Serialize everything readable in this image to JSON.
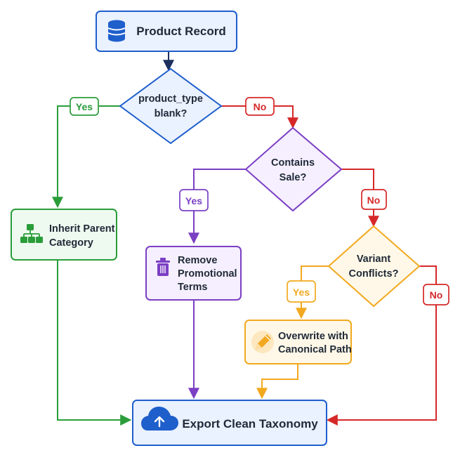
{
  "nodes": {
    "product_record": {
      "label": "Product Record",
      "icon": "database-icon",
      "color": "#1e5fcc"
    },
    "product_type_blank": {
      "line1": "product_type",
      "line2": "blank?",
      "color": "#1e5fcc"
    },
    "contains_sale": {
      "line1": "Contains",
      "line2": "Sale?",
      "color": "#7b3fc4"
    },
    "variant_conflicts": {
      "line1": "Variant",
      "line2": "Conflicts?",
      "color": "#f2a91f"
    },
    "inherit_parent_category": {
      "line1": "Inherit Parent",
      "line2": "Category",
      "icon": "hierarchy-icon",
      "color": "#2a9d3a"
    },
    "remove_promotional_terms": {
      "line1": "Remove",
      "line2": "Promotional",
      "line3": "Terms",
      "icon": "trash-icon",
      "color": "#7b3fc4"
    },
    "overwrite_canonical_path": {
      "line1": "Overwrite with",
      "line2": "Canonical Path",
      "icon": "pencil-icon",
      "color": "#f2a91f"
    },
    "export_clean_taxonomy": {
      "label": "Export Clean Taxonomy",
      "icon": "cloud-upload-icon",
      "color": "#1e5fcc"
    }
  },
  "branches": {
    "product_type_yes": {
      "label": "Yes",
      "color": "#2a9d3a"
    },
    "product_type_no": {
      "label": "No",
      "color": "#d62828"
    },
    "contains_sale_yes": {
      "label": "Yes",
      "color": "#7b3fc4"
    },
    "contains_sale_no": {
      "label": "No",
      "color": "#d62828"
    },
    "variant_yes": {
      "label": "Yes",
      "color": "#f2a91f"
    },
    "variant_no": {
      "label": "No",
      "color": "#d62828"
    }
  }
}
